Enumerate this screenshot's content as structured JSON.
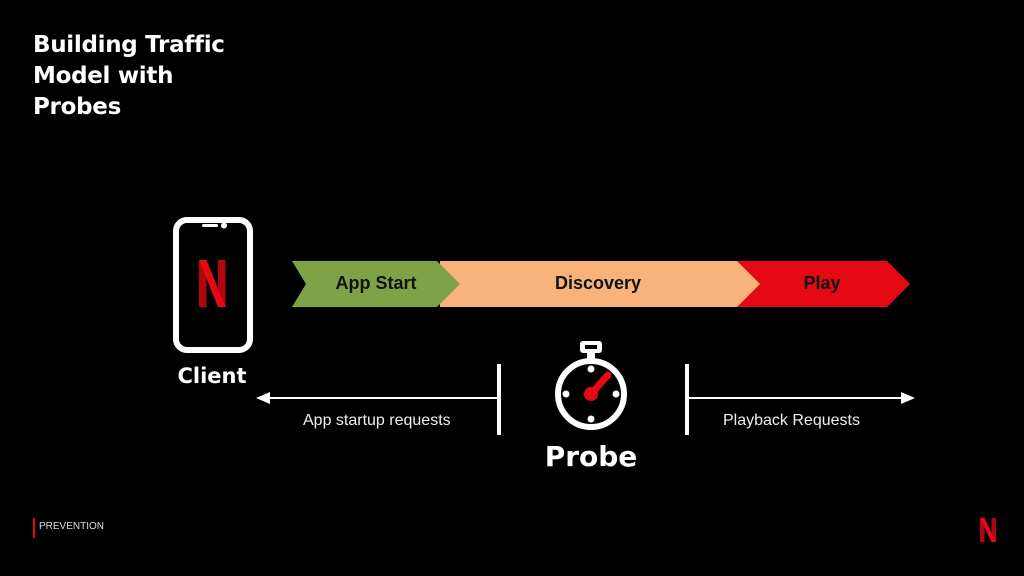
{
  "title": {
    "line1": "Building Traffic",
    "line2": "Model with",
    "line3": "Probes"
  },
  "client": {
    "label": "Client",
    "icon": "netflix-phone-icon"
  },
  "flow": {
    "stages": [
      {
        "label": "App Start",
        "color": "#7da346"
      },
      {
        "label": "Discovery",
        "color": "#f8b27a"
      },
      {
        "label": "Play",
        "color": "#e50914"
      }
    ]
  },
  "requests": {
    "left_label": "App startup requests",
    "right_label": "Playback Requests"
  },
  "probe": {
    "label": "Probe",
    "icon": "stopwatch-icon"
  },
  "footer": {
    "section_label": "PREVENTION",
    "logo": "netflix-logo-icon",
    "accent": "#e50914"
  }
}
